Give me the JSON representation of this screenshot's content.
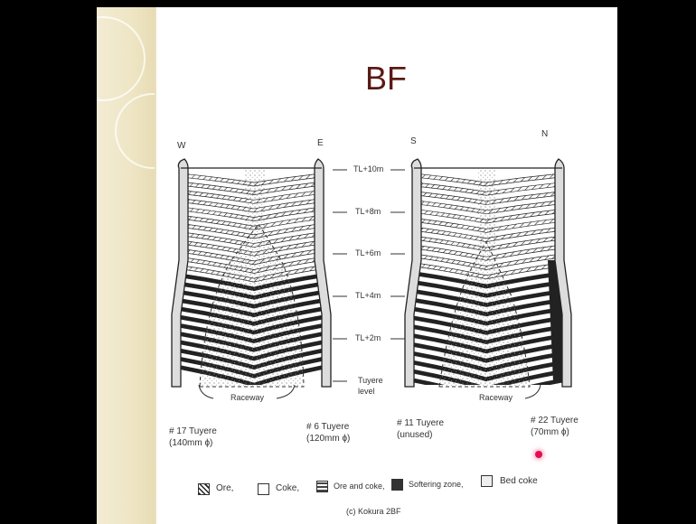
{
  "slide": {
    "title": "BF",
    "left_furnace": {
      "west_label": "W",
      "east_label": "E"
    },
    "right_furnace": {
      "south_label": "S",
      "north_label": "N"
    },
    "levels": [
      "TL+10m",
      "TL+8m",
      "TL+6m",
      "TL+4m",
      "TL+2m"
    ],
    "tuyere_level": {
      "line1": "Tuyere",
      "line2": "level"
    },
    "raceway_label": "Raceway",
    "tuyeres": [
      {
        "name": "# 17 Tuyere",
        "detail": "(140mm ϕ)"
      },
      {
        "name": "# 6 Tuyere",
        "detail": "(120mm ϕ)"
      },
      {
        "name": "# 11 Tuyere",
        "detail": "(unused)"
      },
      {
        "name": "# 22 Tuyere",
        "detail": "(70mm ϕ)"
      }
    ],
    "legend": [
      {
        "key": "ore",
        "label": "Ore,"
      },
      {
        "key": "coke",
        "label": "Coke,"
      },
      {
        "key": "ore-coke",
        "label": "Ore and coke,"
      },
      {
        "key": "softening",
        "label": "Softering zone,"
      },
      {
        "key": "bed-coke",
        "label": "Bed coke"
      }
    ],
    "caption": "(c) Kokura 2BF"
  }
}
